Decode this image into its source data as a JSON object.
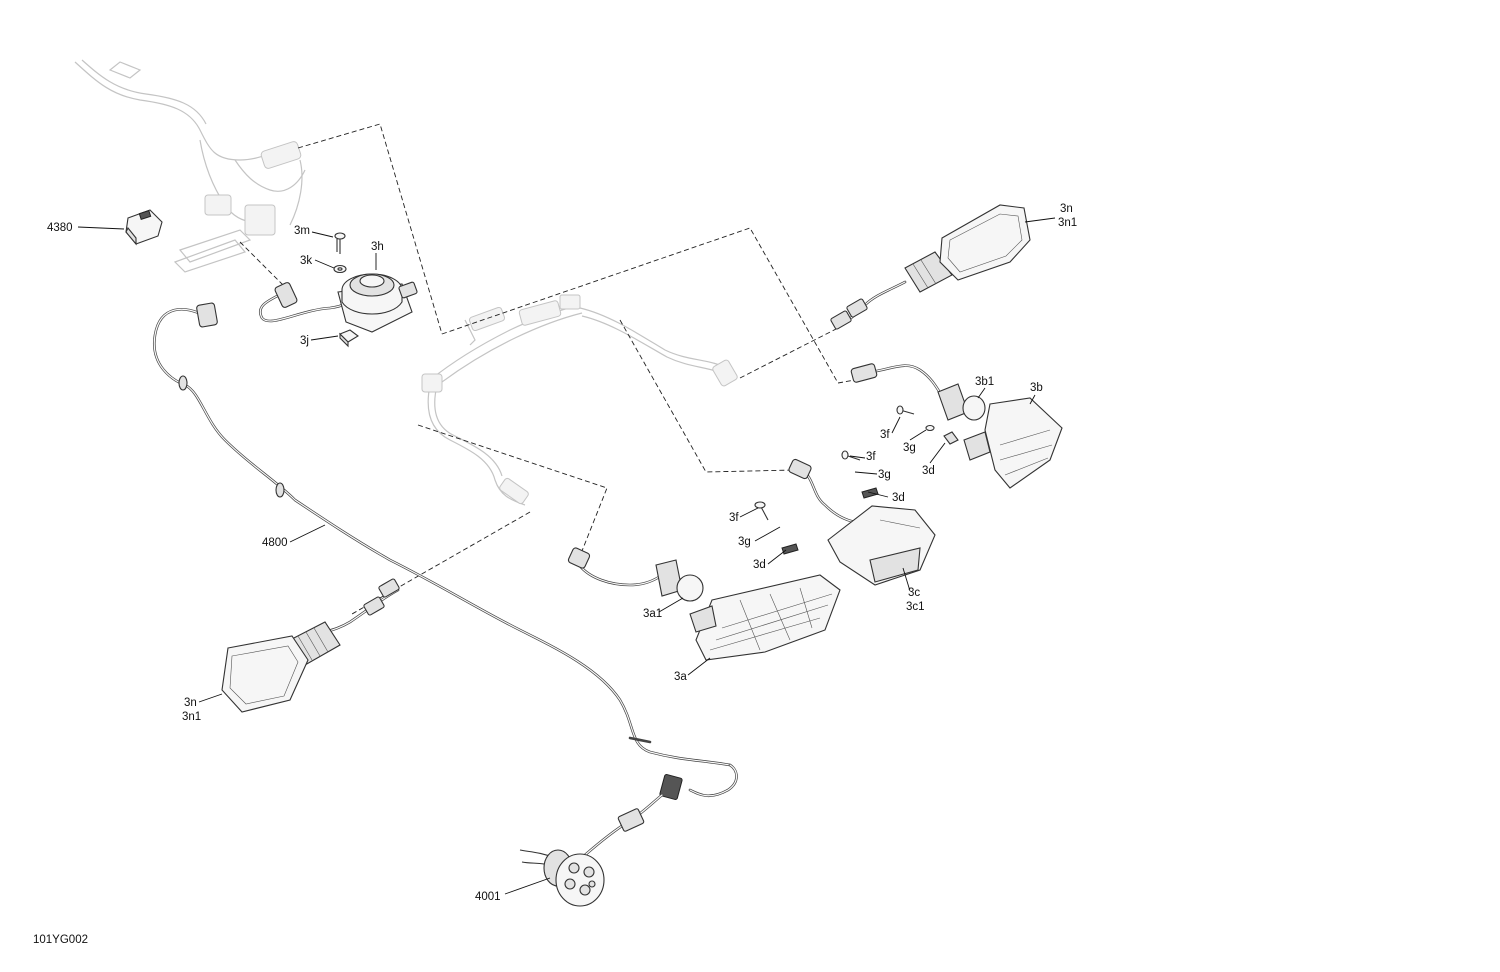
{
  "figure_id": "101YG002",
  "callouts": {
    "c4380": "4380",
    "c3m": "3m",
    "c3h": "3h",
    "c3k": "3k",
    "c3j": "3j",
    "c4800": "4800",
    "c3n_top": "3n",
    "c3n1_top": "3n1",
    "c3b1": "3b1",
    "c3b": "3b",
    "c3f_a": "3f",
    "c3g_a": "3g",
    "c3d_a": "3d",
    "c3f_b": "3f",
    "c3g_b": "3g",
    "c3d_b": "3d",
    "c3f_c": "3f",
    "c3g_c": "3g",
    "c3d_c": "3d",
    "c3c": "3c",
    "c3c1": "3c1",
    "c3a1": "3a1",
    "c3a": "3a",
    "c3n_bot": "3n",
    "c3n1_bot": "3n1",
    "c4001": "4001"
  }
}
